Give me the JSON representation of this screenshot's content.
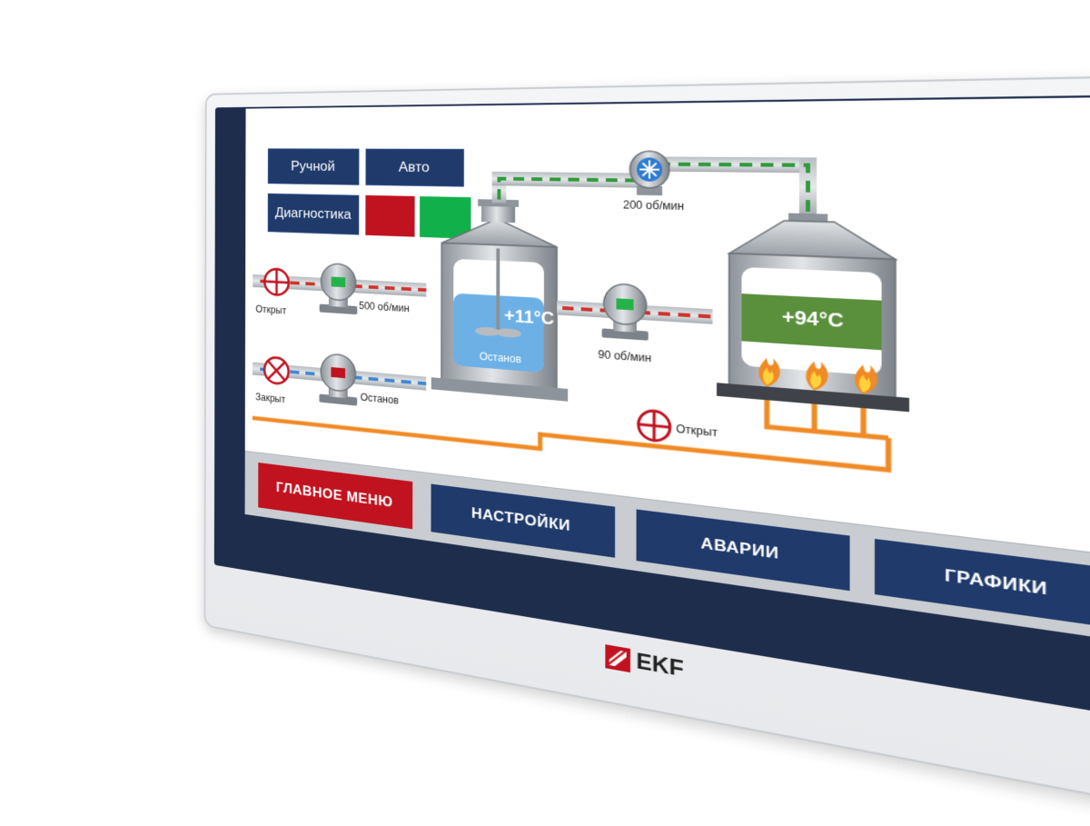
{
  "mode_buttons": {
    "manual": "Ручной",
    "auto": "Авто",
    "diagnostics": "Диагностика"
  },
  "indicators": {
    "red_color": "#c1121f",
    "green_color": "#12b04a"
  },
  "process": {
    "valve_top_status": "Открыт",
    "pump_top_speed": "500 об/мин",
    "valve_bottom_status": "Закрыт",
    "pump_bottom_status": "Останов",
    "tank_left_temp": "+11°C",
    "tank_left_status": "Останов",
    "pump_mid_speed": "90 об/мин",
    "fan_top_speed": "200 об/мин",
    "tank_right_temp": "+94°C",
    "valve_fuel_status": "Открыт"
  },
  "menu": {
    "main": "ГЛАВНОЕ МЕНЮ",
    "settings": "НАСТРОЙКИ",
    "alarms": "АВАРИИ",
    "charts": "ГРАФИКИ"
  },
  "brand": {
    "name": "EKF"
  },
  "colors": {
    "button_blue": "#1f3a6b",
    "main_menu_red": "#c1121f",
    "fuel_line_orange": "#f08a24",
    "tank_right_green": "#5a8f3c",
    "tank_left_blue": "#6cb0e6"
  }
}
